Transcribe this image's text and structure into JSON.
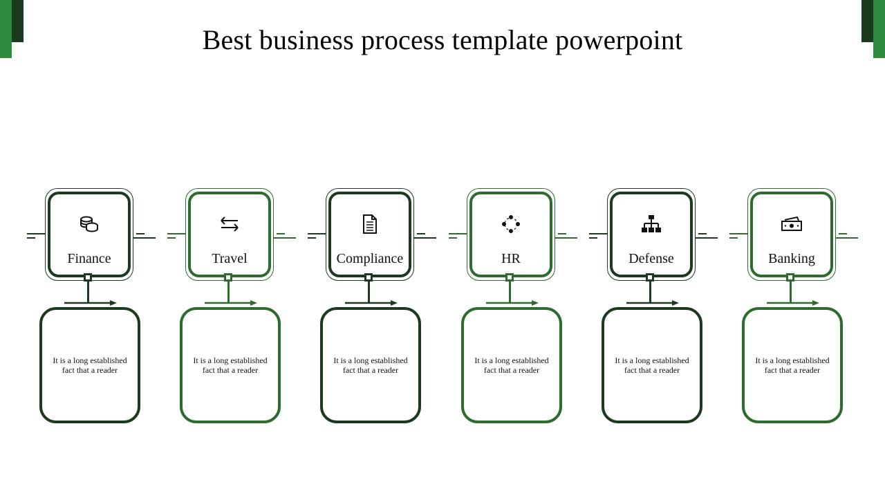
{
  "title": "Best business process template powerpoint",
  "colors": {
    "dark": "#1b3a1f",
    "medium": "#2e6b2e",
    "accent": "#2e8b3e"
  },
  "steps": [
    {
      "label": "Finance",
      "icon": "coins-icon",
      "color": "#1b3a1f",
      "desc": "It is  a long established fact that a reader"
    },
    {
      "label": "Travel",
      "icon": "swap-arrows-icon",
      "color": "#2e6b2e",
      "desc": "It is  a long established fact that a reader"
    },
    {
      "label": "Compliance",
      "icon": "document-icon",
      "color": "#1b3a1f",
      "desc": "It is  a long established fact that a reader"
    },
    {
      "label": "HR",
      "icon": "network-circle-icon",
      "color": "#2e6b2e",
      "desc": "It is  a long established fact that a reader"
    },
    {
      "label": "Defense",
      "icon": "org-chart-icon",
      "color": "#1b3a1f",
      "desc": "It is  a long established fact that a reader"
    },
    {
      "label": "Banking",
      "icon": "money-bills-icon",
      "color": "#2e6b2e",
      "desc": "It is  a long established fact that a reader"
    }
  ]
}
